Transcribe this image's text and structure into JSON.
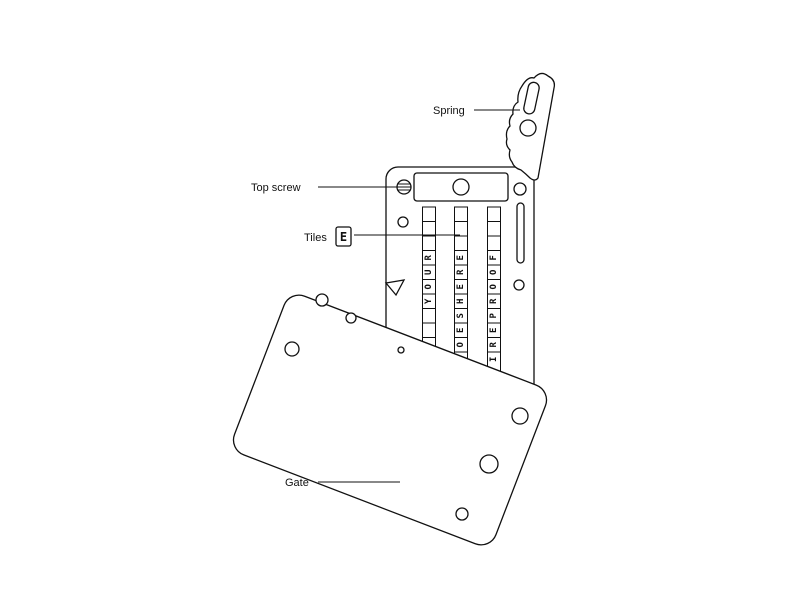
{
  "labels": {
    "spring": "Spring",
    "top_screw": "Top screw",
    "tiles": "Tiles",
    "tiles_icon_letter": "E",
    "gate": "Gate"
  },
  "tile_columns": [
    {
      "word": "YOUR"
    },
    {
      "word": "SEEDGOESHERE"
    },
    {
      "word": "FIREPROOF"
    }
  ],
  "colors": {
    "stroke": "#111111",
    "background": "#ffffff"
  }
}
